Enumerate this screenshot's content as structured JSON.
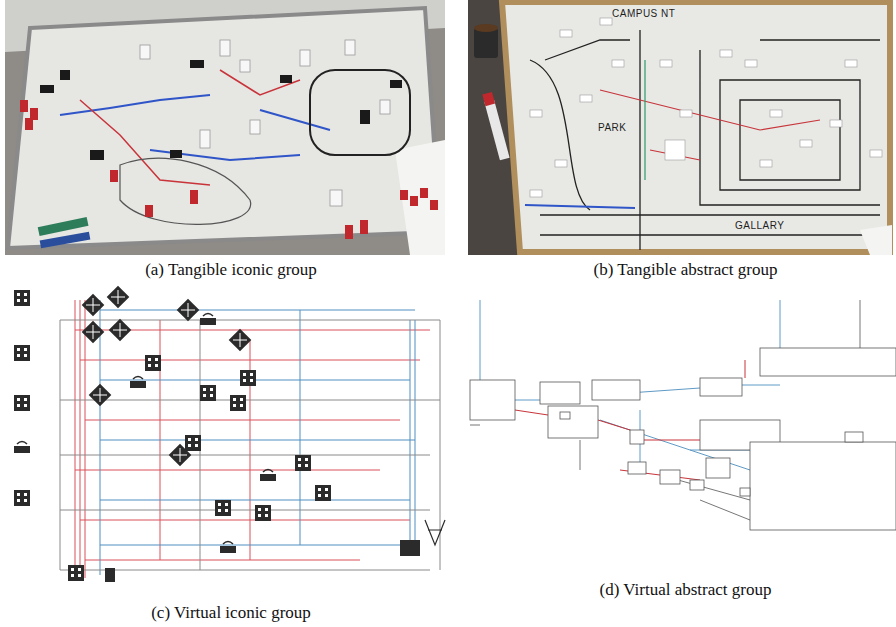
{
  "diagram": {
    "nodes": [
      {
        "text": [
          "(a) Tangible iconic group"
        ]
      },
      {
        "text": [
          "(b) Tangible abstract group"
        ]
      },
      {
        "text": [
          "(c) Virtual iconic group"
        ]
      },
      {
        "text": [
          "(d) Virtual abstract group"
        ]
      }
    ],
    "labels": [
      "CAMPUS NT",
      "PARK",
      "GALLARY"
    ]
  }
}
